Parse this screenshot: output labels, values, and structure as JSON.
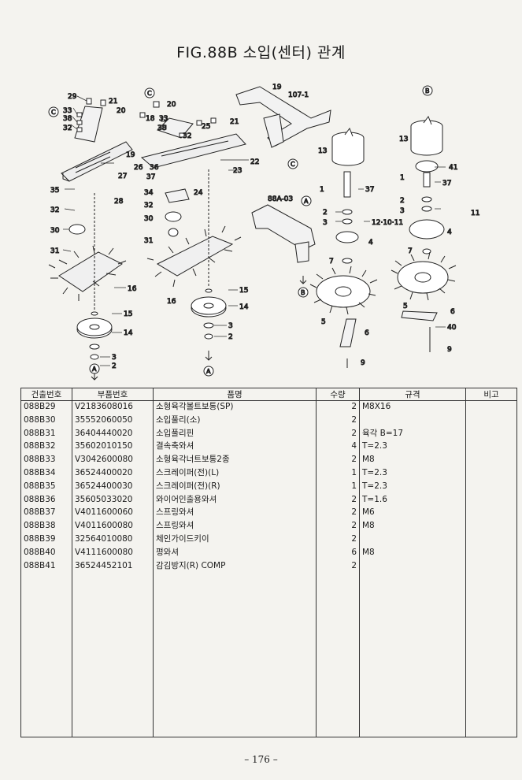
{
  "title": "FIG.88B 소입(센터) 관계",
  "diagram": {
    "labels": {
      "l29": "29",
      "l33a": "33",
      "l38a": "38",
      "l32a": "32",
      "l21a": "21",
      "l20a": "20",
      "lC1": "C",
      "l20b": "20",
      "l18": "18",
      "l33b": "33",
      "l38b": "38",
      "l32b": "32",
      "l25": "25",
      "l21b": "21",
      "l19": "19",
      "l26": "26",
      "l36": "36",
      "l37": "37",
      "l27": "27",
      "l22": "22",
      "l23": "23",
      "l35": "35",
      "l28": "28",
      "l34": "34",
      "l24": "24",
      "l32c": "32",
      "l30a": "30",
      "l30b": "30",
      "l31a": "31",
      "l31b": "31",
      "l16a": "16",
      "l16b": "16",
      "l15a": "15",
      "l15b": "15",
      "l14a": "14",
      "l14b": "14",
      "l3a": "3",
      "l2a": "2",
      "l3b": "3",
      "l2b": "2",
      "lAa": "A",
      "lAb": "A",
      "l19b": "19",
      "l107": "107-1",
      "lC2": "C",
      "l88a": "88A-03",
      "lA2": "A",
      "lB1": "B",
      "l13a": "13",
      "l1a": "1",
      "l37b": "37",
      "l2c": "2",
      "l3c": "3",
      "l12": "12·10·11",
      "l4a": "4",
      "l7a": "7",
      "l5a": "5",
      "l6a": "6",
      "l9a": "9",
      "lB2": "B",
      "l13b": "13",
      "l41": "41",
      "l1b": "1",
      "l37c": "37",
      "l2d": "2",
      "l3d": "3",
      "l11": "11",
      "l4b": "4",
      "l7b": "7",
      "l5b": "5",
      "l6b": "6",
      "l40": "40",
      "l9b": "9"
    }
  },
  "table": {
    "headers": [
      "건출번호",
      "부품번호",
      "품명",
      "수량",
      "규격",
      "비고"
    ],
    "rows": [
      [
        "088B29",
        "V2183608016",
        "소형육각볼트보통(SP)",
        "2",
        "M8X16",
        ""
      ],
      [
        "088B30",
        "35552060050",
        "소입풀리(소)",
        "2",
        "",
        ""
      ],
      [
        "088B31",
        "36404440020",
        "소입풀리핀",
        "2",
        "육각 B=17",
        ""
      ],
      [
        "088B32",
        "35602010150",
        "결속축와셔",
        "4",
        "T=2.3",
        ""
      ],
      [
        "088B33",
        "V3042600080",
        "소형육각너트보통2종",
        "2",
        "M8",
        ""
      ],
      [
        "",
        "",
        "",
        "",
        "",
        ""
      ],
      [
        "088B34",
        "36524400020",
        "스크레이퍼(전)(L)",
        "1",
        "T=2.3",
        ""
      ],
      [
        "088B35",
        "36524400030",
        "스크레이퍼(전)(R)",
        "1",
        "T=2.3",
        ""
      ],
      [
        "088B36",
        "35605033020",
        "와이어인출용와셔",
        "2",
        "T=1.6",
        ""
      ],
      [
        "088B37",
        "V4011600060",
        "스프링와셔",
        "2",
        "M6",
        ""
      ],
      [
        "088B38",
        "V4011600080",
        "스프링와셔",
        "2",
        "M8",
        ""
      ],
      [
        "",
        "",
        "",
        "",
        "",
        ""
      ],
      [
        "088B39",
        "32564010080",
        "체인가이드키이",
        "2",
        "",
        ""
      ],
      [
        "088B40",
        "V4111600080",
        "평와셔",
        "6",
        "M8",
        ""
      ],
      [
        "088B41",
        "36524452101",
        "감김방지(R) COMP",
        "2",
        "",
        ""
      ]
    ]
  },
  "page_number": "– 176 –"
}
